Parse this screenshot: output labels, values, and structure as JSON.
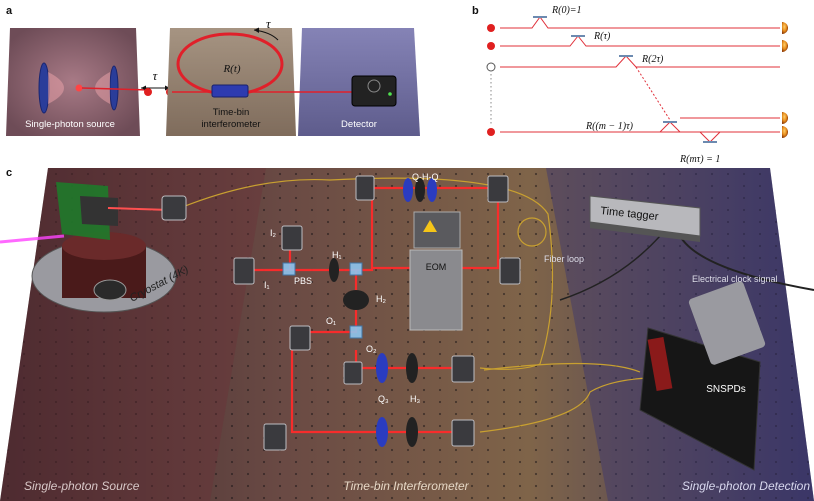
{
  "panel_a": {
    "letter": "a",
    "tau_left": "τ",
    "tau_top": "τ",
    "source_label": "Single-photon source",
    "interferometer_label_1": "Time-bin",
    "interferometer_label_2": "interferometer",
    "interferometer_function": "R(t)",
    "detector_label": "Detector"
  },
  "panel_b": {
    "letter": "b",
    "labels": [
      "R(0)=1",
      "R(τ)",
      "R(2τ)",
      "R((m − 1)τ)",
      "R(mτ) = 1"
    ]
  },
  "panel_c": {
    "letter": "c",
    "label_ohq": "Q-H-Q",
    "label_i2": "I₂",
    "label_i1": "I₁",
    "label_h1": "H₁",
    "label_pbs": "PBS",
    "label_h2": "H₂",
    "label_o1": "O₁",
    "label_o2": "O₂",
    "label_q3": "Q₃",
    "label_h3": "H₃",
    "label_eom": "EOM",
    "label_time_tagger": "Time tagger",
    "label_fiber_loop": "Fiber loop",
    "label_clock": "Electrical clock signal",
    "label_cryostat": "Cryostat (4K)",
    "label_snspds": "SNSPDs",
    "region_source": "Single-photon Source",
    "region_interferometer": "Time-bin Interferometer",
    "region_detection": "Single-photon Detection"
  },
  "colors": {
    "source_panel": "#7a5560",
    "interferometer_panel": "#8d7a68",
    "detector_panel": "#6c6a9a",
    "beam": "#e0202a",
    "table_source": "#5b3a3c",
    "table_interferometer": "#7a6048",
    "table_detection": "#4a4466"
  }
}
